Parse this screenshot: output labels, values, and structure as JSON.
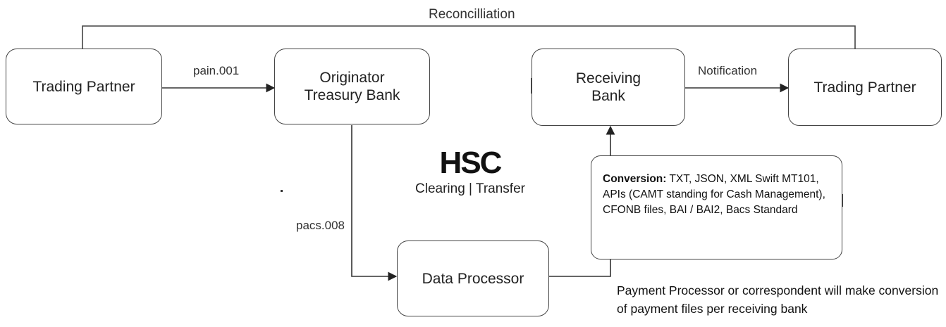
{
  "diagram": {
    "reconciliation_label": "Reconcilliation",
    "nodes": {
      "trading_partner_left": "Trading Partner",
      "originator": "Originator\nTreasury Bank",
      "receiving_bank": "Receiving\nBank",
      "trading_partner_right": "Trading Partner",
      "data_processor": "Data Processor"
    },
    "edges": {
      "pain": "pain.001",
      "notification": "Notification",
      "pacs": "pacs.008"
    },
    "brand": {
      "logo_text": "HSC",
      "subtitle": "Clearing | Transfer"
    },
    "conversion": {
      "title": "Conversion:",
      "text": " TXT, JSON, XML Swift MT101, APIs (CAMT standing for Cash Management), CFONB files, BAI / BAI2, Bacs Standard"
    },
    "note": "Payment Processor or correspondent  will make conversion of payment files per receiving bank"
  },
  "colors": {
    "line": "#444444",
    "text": "#222222",
    "background": "#ffffff"
  }
}
